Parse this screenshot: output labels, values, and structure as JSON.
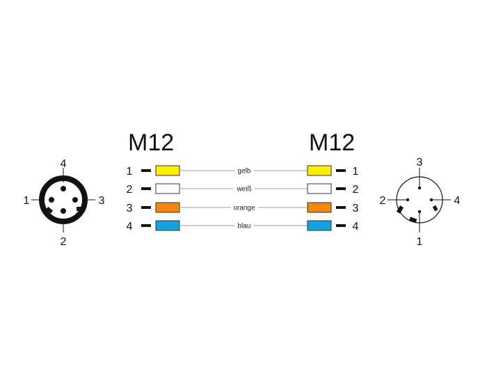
{
  "left_connector": {
    "title": "M12",
    "pins": [
      "1",
      "2",
      "3",
      "4"
    ]
  },
  "right_connector": {
    "title": "M12",
    "pins": [
      "1",
      "2",
      "3",
      "4"
    ]
  },
  "wires": [
    {
      "pin": "1",
      "label": "gelb",
      "color": "#ffee00"
    },
    {
      "pin": "2",
      "label": "weiß",
      "color": "#ffffff"
    },
    {
      "pin": "3",
      "label": "orange",
      "color": "#f7860f"
    },
    {
      "pin": "4",
      "label": "blau",
      "color": "#14a3e0"
    }
  ],
  "male_face": {
    "top": "4",
    "left": "1",
    "right": "3",
    "bottom": "2"
  },
  "female_face": {
    "top": "3",
    "left": "2",
    "right": "4",
    "bottom": "1"
  }
}
